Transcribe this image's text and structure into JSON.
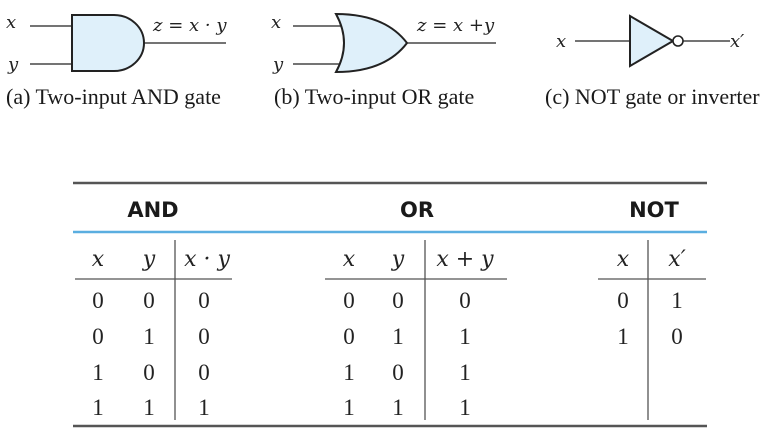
{
  "gates": {
    "and": {
      "inputs": [
        "x",
        "y"
      ],
      "output": "z = x · y",
      "caption": "(a) Two-input AND gate"
    },
    "or": {
      "inputs": [
        "x",
        "y"
      ],
      "output": "z = x +y",
      "caption": "(b) Two-input OR gate"
    },
    "not": {
      "input": "x",
      "output": "x′",
      "caption": "(c) NOT gate or inverter"
    }
  },
  "colors": {
    "gate_fill": "#dff0fa",
    "header_rule": "#5aaee0",
    "rule": "#555555"
  },
  "truth_tables": {
    "and": {
      "title": "AND",
      "columns": [
        "x",
        "y",
        "x · y"
      ],
      "rows": [
        [
          "0",
          "0",
          "0"
        ],
        [
          "0",
          "1",
          "0"
        ],
        [
          "1",
          "0",
          "0"
        ],
        [
          "1",
          "1",
          "1"
        ]
      ]
    },
    "or": {
      "title": "OR",
      "columns": [
        "x",
        "y",
        "x + y"
      ],
      "rows": [
        [
          "0",
          "0",
          "0"
        ],
        [
          "0",
          "1",
          "1"
        ],
        [
          "1",
          "0",
          "1"
        ],
        [
          "1",
          "1",
          "1"
        ]
      ]
    },
    "not": {
      "title": "NOT",
      "columns": [
        "x",
        "x′"
      ],
      "rows": [
        [
          "0",
          "1"
        ],
        [
          "1",
          "0"
        ]
      ]
    }
  }
}
